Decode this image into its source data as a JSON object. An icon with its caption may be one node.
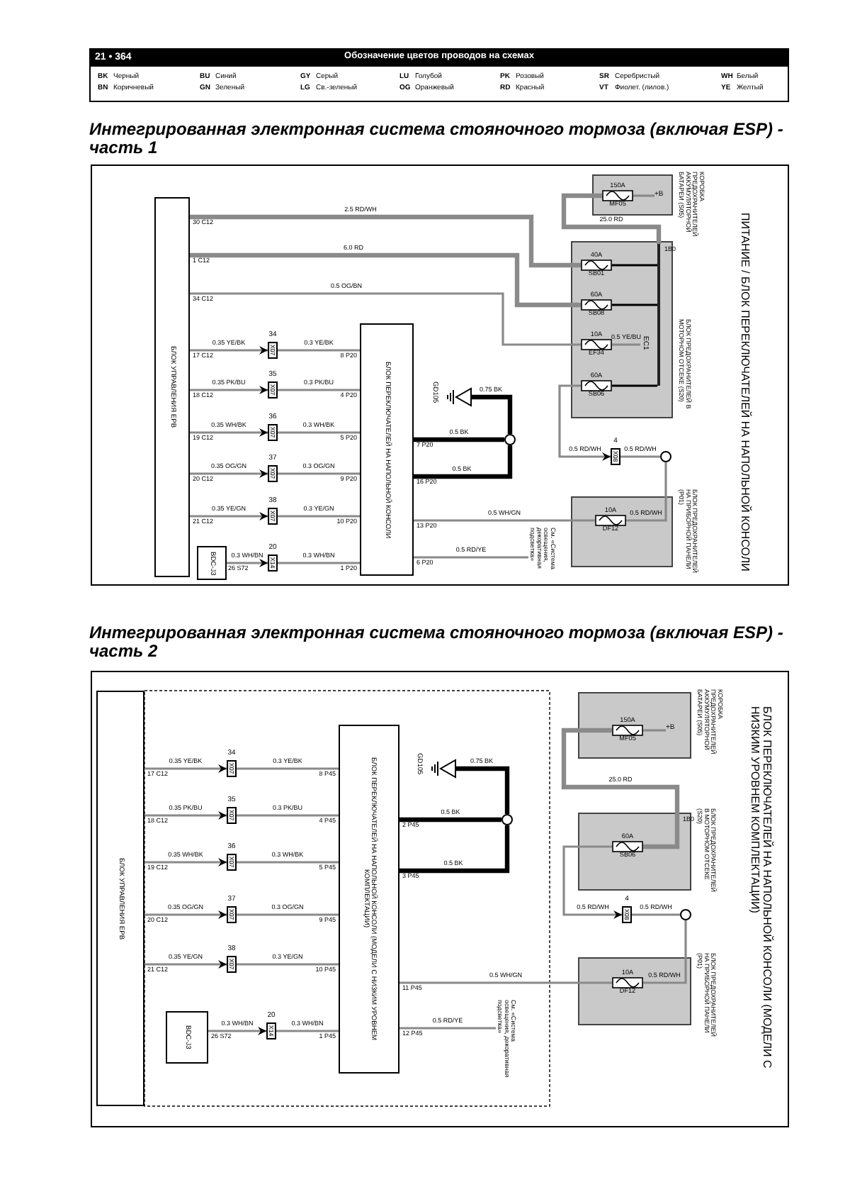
{
  "diagram": {
    "title": "Обозначение цветов проводов на схемах",
    "nodes": [
      {
        "text": [
          "БЛОК УПРАВЛЕНИЯ EPB"
        ]
      },
      {
        "text": [
          "БЛОК ПЕРЕКЛЮЧАТЕЛЕЙ НА НАПОЛЬНОЙ КОНСОЛИ"
        ]
      },
      {
        "text": [
          "BDC-J3"
        ]
      },
      {
        "text": [
          "X07"
        ],
        "beside": [
          "34"
        ]
      },
      {
        "text": [
          "X07"
        ],
        "beside": [
          "35"
        ]
      },
      {
        "text": [
          "X07"
        ],
        "beside": [
          "36"
        ]
      },
      {
        "text": [
          "X07"
        ],
        "beside": [
          "37"
        ]
      },
      {
        "text": [
          "X07"
        ],
        "beside": [
          "38"
        ]
      },
      {
        "text": [
          "X14"
        ],
        "beside": [
          "20"
        ]
      },
      {
        "text": [
          "GD105"
        ]
      },
      {
        "text": [],
        "shape": "circle"
      },
      {
        "text": [
          "См. «Система освещения, декоративная подсветка»"
        ]
      },
      {
        "text": [
          "КОРОБКА ПРЕДОХРАНИТЕЛЕЙ АККУМУЛЯТОРНОЙ БАТАРЕИ (S05)"
        ]
      },
      {
        "text": [
          "150A",
          "MF05"
        ],
        "in": 12
      },
      {
        "text": [
          "+B"
        ],
        "in": 12
      },
      {
        "text": [
          "БЛОК ПРЕДОХРАНИТЕЛЕЙ В МОТОРНОМ ОТСЕКЕ (S20)"
        ]
      },
      {
        "text": [
          "40A",
          "SB01"
        ],
        "in": 15
      },
      {
        "text": [
          "60A",
          "SB08"
        ],
        "in": 15
      },
      {
        "text": [
          "10A",
          "EF34"
        ],
        "in": 15
      },
      {
        "text": [
          "60A",
          "SB06"
        ],
        "in": 15
      },
      {
        "text": [
          "EC1"
        ],
        "in": 15
      },
      {
        "text": [
          "X08"
        ],
        "beside": [
          "4"
        ]
      },
      {
        "text": [],
        "shape": "circle"
      },
      {
        "text": [
          "БЛОК ПРЕДОХРАНИТЕЛЕЙ НА ПРИБОРНОЙ ПАНЕЛИ (P01)"
        ]
      },
      {
        "text": [
          "10A",
          "DF12"
        ],
        "in": 23
      },
      {
        "text": [
          "БЛОК УПРАВЛЕНИЯ EPB"
        ]
      },
      {
        "text": [
          "БЛОК ПЕРЕКЛЮЧАТЕЛЕЙ НА НАПОЛЬНОЙ КОНСОЛИ (МОДЕЛИ С НИЗКИМ УРОВНЕМ КОМПЛЕКТАЦИИ)"
        ]
      },
      {
        "text": [
          "BDC-J3"
        ]
      },
      {
        "text": [
          "X07"
        ],
        "beside": [
          "34"
        ]
      },
      {
        "text": [
          "X07"
        ],
        "beside": [
          "35"
        ]
      },
      {
        "text": [
          "X07"
        ],
        "beside": [
          "36"
        ]
      },
      {
        "text": [
          "X07"
        ],
        "beside": [
          "37"
        ]
      },
      {
        "text": [
          "X07"
        ],
        "beside": [
          "38"
        ]
      },
      {
        "text": [
          "X14"
        ],
        "beside": [
          "20"
        ]
      },
      {
        "text": [
          "GD105"
        ]
      },
      {
        "text": [],
        "shape": "circle"
      },
      {
        "text": [
          "См. «Система освещения, декоративная подсветка»"
        ]
      },
      {
        "text": [
          "КОРОБКА ПРЕДОХРАНИТЕЛЕЙ АККУМУЛЯТОРНОЙ БАТАРЕИ (S05)"
        ]
      },
      {
        "text": [
          "150A",
          "MF05"
        ],
        "in": 37
      },
      {
        "text": [
          "+B"
        ],
        "in": 37
      },
      {
        "text": [
          "БЛОК ПРЕДОХРАНИТЕЛЕЙ В МОТОРНОМ ОТСЕКЕ (S20)"
        ]
      },
      {
        "text": [
          "60A",
          "SB06"
        ],
        "in": 40
      },
      {
        "text": [
          "X08"
        ],
        "beside": [
          "4"
        ]
      },
      {
        "text": [],
        "shape": "circle"
      },
      {
        "text": [
          "БЛОК ПРЕДОХРАНИТЕЛЕЙ НА ПРИБОРНОЙ ПАНЕЛИ (P01)"
        ]
      },
      {
        "text": [
          "10A",
          "DF12"
        ],
        "in": 44
      },
      {
        "text": [],
        "shape": "bar",
        "in": 15
      }
    ],
    "edges": [
      {
        "from": 0,
        "to": 16,
        "arrow": "none",
        "label": "2.5 RD/WH",
        "style": "thick"
      },
      {
        "from": 0,
        "to": 17,
        "arrow": "none",
        "label": "6.0 RD",
        "style": "thick"
      },
      {
        "from": 0,
        "to": 18,
        "arrow": "none",
        "label": "0.5 OG/BN"
      },
      {
        "from": 0,
        "to": 3,
        "arrow": "to",
        "label": "0.35 YE/BK"
      },
      {
        "from": 0,
        "to": 4,
        "arrow": "to",
        "label": "0.35 PK/BU"
      },
      {
        "from": 0,
        "to": 5,
        "arrow": "to",
        "label": "0.35 WH/BK"
      },
      {
        "from": 0,
        "to": 6,
        "arrow": "to",
        "label": "0.35 OG/GN"
      },
      {
        "from": 0,
        "to": 7,
        "arrow": "to",
        "label": "0.35 YE/GN"
      },
      {
        "from": 3,
        "to": 1,
        "arrow": "none",
        "label": "0.3 YE/BK"
      },
      {
        "from": 4,
        "to": 1,
        "arrow": "none",
        "label": "0.3 PK/BU"
      },
      {
        "from": 5,
        "to": 1,
        "arrow": "none",
        "label": "0.3 WH/BK"
      },
      {
        "from": 6,
        "to": 1,
        "arrow": "none",
        "label": "0.3 OG/GN"
      },
      {
        "from": 7,
        "to": 1,
        "arrow": "none",
        "label": "0.3 YE/GN"
      },
      {
        "from": 2,
        "to": 8,
        "arrow": "to",
        "label": "0.3 WH/BN"
      },
      {
        "from": 8,
        "to": 1,
        "arrow": "none",
        "label": "0.3 WH/BN"
      },
      {
        "from": 1,
        "to": 10,
        "arrow": "none",
        "label": "0.5 BK",
        "style": "thick",
        "color": "#000000"
      },
      {
        "from": 1,
        "to": 10,
        "arrow": "none",
        "label": "0.5 BK",
        "style": "thick",
        "color": "#000000"
      },
      {
        "from": 10,
        "to": 9,
        "arrow": "none",
        "label": "0.75 BK",
        "style": "thick",
        "color": "#000000"
      },
      {
        "from": 1,
        "to": 24,
        "arrow": "none",
        "label": "0.5 WH/GN"
      },
      {
        "from": 1,
        "to": 11,
        "arrow": "none",
        "label": "0.5 RD/YE"
      },
      {
        "from": 13,
        "to": 14,
        "arrow": "none"
      },
      {
        "from": 13,
        "to": 46,
        "arrow": "none",
        "label": "25.0 RD",
        "style": "thick"
      },
      {
        "from": 18,
        "to": 20,
        "arrow": "none",
        "label": "0.5 YE/BU"
      },
      {
        "from": 19,
        "to": 21,
        "arrow": "to",
        "label": "0.5 RD/WH"
      },
      {
        "from": 21,
        "to": 22,
        "arrow": "none",
        "label": "0.5 RD/WH"
      },
      {
        "from": 22,
        "to": 24,
        "arrow": "none",
        "label": "0.5 RD/WH"
      },
      {
        "from": 25,
        "to": 28,
        "arrow": "to",
        "label": "0.35 YE/BK"
      },
      {
        "from": 25,
        "to": 29,
        "arrow": "to",
        "label": "0.35 PK/BU"
      },
      {
        "from": 25,
        "to": 30,
        "arrow": "to",
        "label": "0.35 WH/BK"
      },
      {
        "from": 25,
        "to": 31,
        "arrow": "to",
        "label": "0.35 OG/GN"
      },
      {
        "from": 25,
        "to": 32,
        "arrow": "to",
        "label": "0.35 YE/GN"
      },
      {
        "from": 28,
        "to": 26,
        "arrow": "none",
        "label": "0.3 YE/BK"
      },
      {
        "from": 29,
        "to": 26,
        "arrow": "none",
        "label": "0.3 PK/BU"
      },
      {
        "from": 30,
        "to": 26,
        "arrow": "none",
        "label": "0.3 WH/BK"
      },
      {
        "from": 31,
        "to": 26,
        "arrow": "none",
        "label": "0.3 OG/GN"
      },
      {
        "from": 32,
        "to": 26,
        "arrow": "none",
        "label": "0.3 YE/GN"
      },
      {
        "from": 27,
        "to": 33,
        "arrow": "to",
        "label": "0.3 WH/BN"
      },
      {
        "from": 33,
        "to": 26,
        "arrow": "none",
        "label": "0.3 WH/BN"
      },
      {
        "from": 26,
        "to": 35,
        "arrow": "none",
        "label": "0.5 BK",
        "style": "thick",
        "color": "#000000"
      },
      {
        "from": 26,
        "to": 35,
        "arrow": "none",
        "label": "0.5 BK",
        "style": "thick",
        "color": "#000000"
      },
      {
        "from": 35,
        "to": 34,
        "arrow": "none",
        "label": "0.75 BK",
        "style": "thick",
        "color": "#000000"
      },
      {
        "from": 26,
        "to": 45,
        "arrow": "none",
        "label": "0.5 WH/GN"
      },
      {
        "from": 26,
        "to": 36,
        "arrow": "none",
        "label": "0.5 RD/YE"
      },
      {
        "from": 38,
        "to": 39,
        "arrow": "none"
      },
      {
        "from": 38,
        "to": 41,
        "arrow": "none",
        "label": "25.0 RD",
        "style": "thick"
      },
      {
        "from": 41,
        "to": 42,
        "arrow": "to",
        "label": "0.5 RD/WH"
      },
      {
        "from": 42,
        "to": 43,
        "arrow": "none",
        "label": "0.5 RD/WH"
      },
      {
        "from": 43,
        "to": 45,
        "arrow": "none",
        "label": "0.5 RD/WH"
      },
      {
        "from": 16,
        "to": 46,
        "arrow": "none",
        "color": "#000000"
      },
      {
        "from": 17,
        "to": 46,
        "arrow": "none",
        "color": "#000000"
      },
      {
        "from": 19,
        "to": 46,
        "arrow": "none",
        "color": "#000000"
      }
    ],
    "labels": [
      "21 • 364",
      "BK",
      "Черный",
      "BU",
      "Синий",
      "GY",
      "Серый",
      "LU",
      "Голубой",
      "PK",
      "Розовый",
      "SR",
      "Серебристый",
      "WH",
      "Белый",
      "BN",
      "Коричневый",
      "GN",
      "Зеленый",
      "LG",
      "Св.-зеленый",
      "OG",
      "Оранжевый",
      "RD",
      "Красный",
      "VT",
      "Фиолет. (лилов.)",
      "YE",
      "Желтый",
      "Интегрированная электронная система стояночного тормоза (включая ESP) - часть 1",
      "ПИТАНИЕ / БЛОК ПЕРЕКЛЮЧАТЕЛЕЙ НА НАПОЛЬНОЙ КОНСОЛИ",
      "30 C12",
      "1 C12",
      "34 C12",
      "17 C12",
      "18 C12",
      "19 C12",
      "20 C12",
      "21 C12",
      "8 P20",
      "4 P20",
      "5 P20",
      "9 P20",
      "10 P20",
      "1 P20",
      "7 P20",
      "16 P20",
      "13 P20",
      "6 P20",
      "26 S72",
      "1B0",
      "Интегрированная электронная система стояночного тормоза (включая ESP) - часть 2",
      "БЛОК ПЕРЕКЛЮЧАТЕЛЕЙ НА НАПОЛЬНОЙ КОНСОЛИ (МОДЕЛИ С НИЗКИМ УРОВНЕМ КОМПЛЕКТАЦИИ)",
      "17 C12",
      "18 C12",
      "19 C12",
      "20 C12",
      "21 C12",
      "8 P45",
      "4 P45",
      "5 P45",
      "9 P45",
      "10 P45",
      "1 P45",
      "2 P45",
      "3 P45",
      "11 P45",
      "12 P45",
      "26 S72",
      "1B0"
    ]
  }
}
